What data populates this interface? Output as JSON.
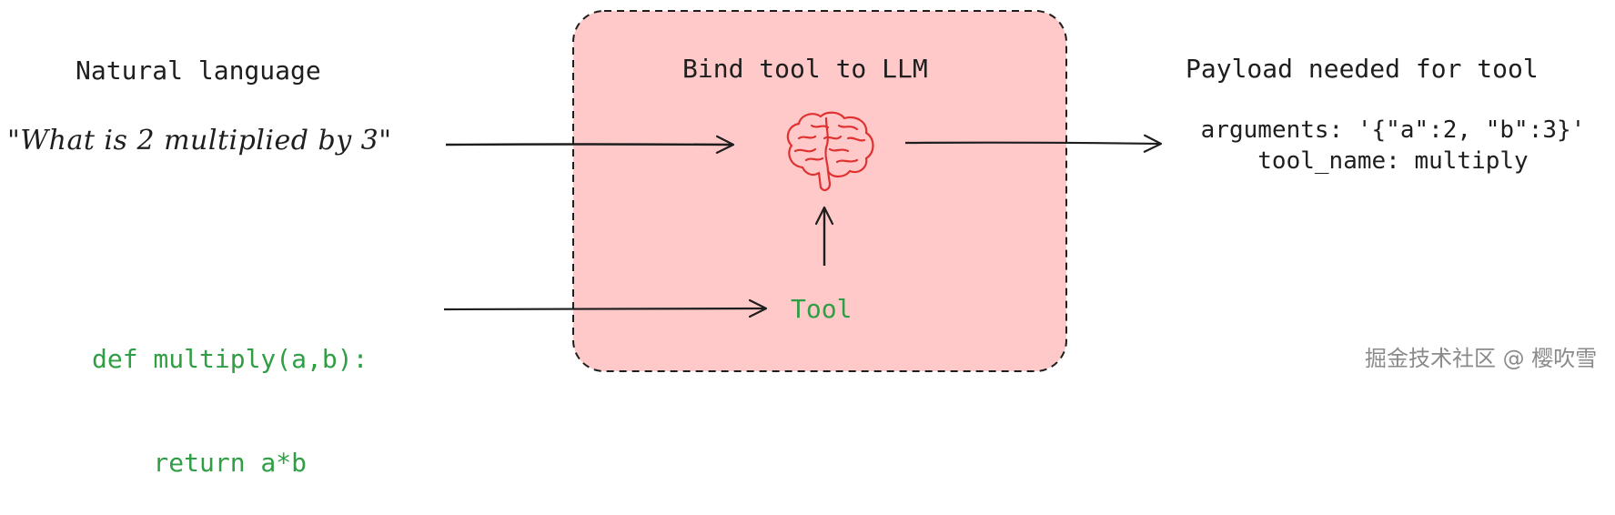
{
  "box": {
    "title": "Bind tool to LLM",
    "fill": "#ffc9c9",
    "stroke": "#1e1e1e"
  },
  "left": {
    "natural_heading": "Natural language",
    "question": "\"What is 2 multiplied by 3\"",
    "code_line1": "def multiply(a,b):",
    "code_line2": "    return a*b"
  },
  "center": {
    "brain_icon": "brain-icon",
    "tool_label": "Tool"
  },
  "right": {
    "payload_heading": "Payload needed for tool",
    "arguments_line": "arguments: '{\"a\":2, \"b\":3}'",
    "tool_name_line": "tool_name: multiply"
  },
  "watermark": "掘金技术社区 @ 樱吹雪",
  "colors": {
    "code_green": "#2f9e44",
    "brain_red": "#e03131",
    "ink": "#1e1e1e"
  }
}
